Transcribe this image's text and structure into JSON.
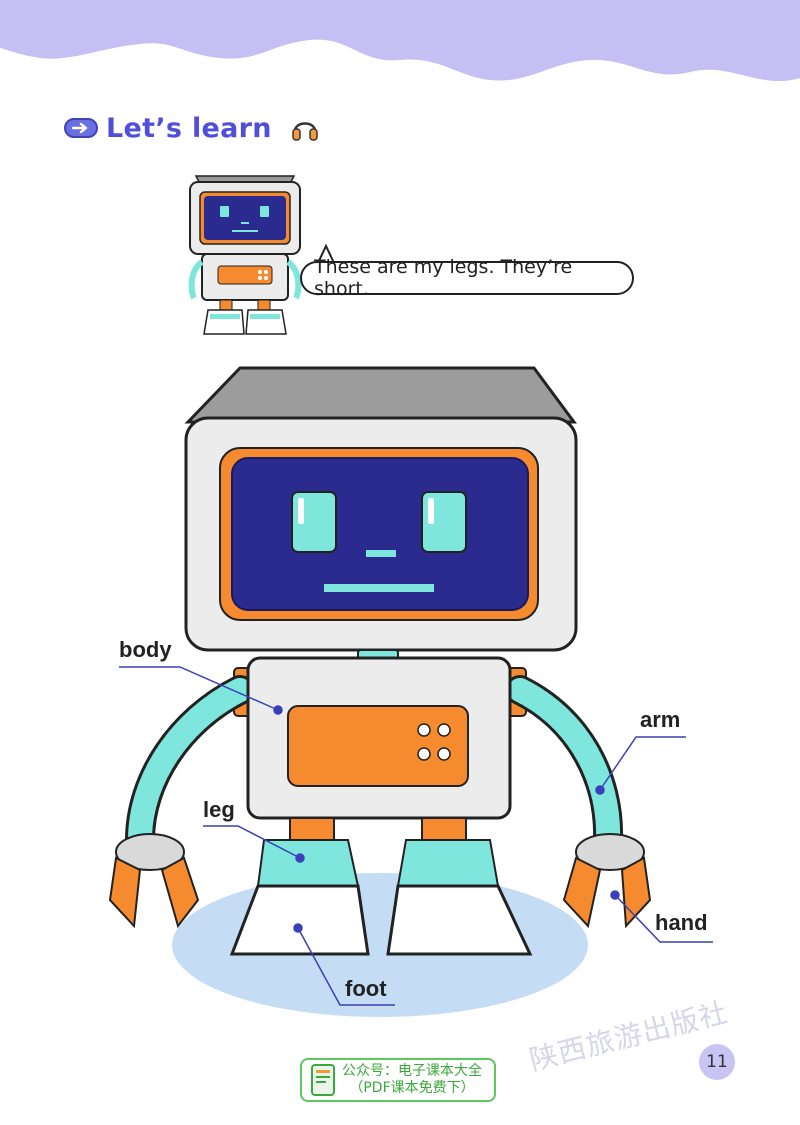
{
  "section": {
    "heading": "Let’s learn",
    "arrow_icon": "arrow-right-icon",
    "audio_icon": "headphones-icon"
  },
  "speech": {
    "text": "These are my legs. They’re short."
  },
  "labels": {
    "body": "body",
    "arm": "arm",
    "leg": "leg",
    "hand": "hand",
    "foot": "foot"
  },
  "footer": {
    "badge_line1": "公众号：电子课本大全",
    "badge_line2": "（PDF课本免费下）",
    "publisher": "陕西旅游出版社",
    "page_number": "11"
  },
  "colors": {
    "wave": "#c6bff3",
    "accent": "#4f4fd9",
    "screen": "#2b2a8f",
    "orange": "#f58a2e",
    "cyan": "#7fe6de",
    "shadow": "#c5dcf5"
  }
}
